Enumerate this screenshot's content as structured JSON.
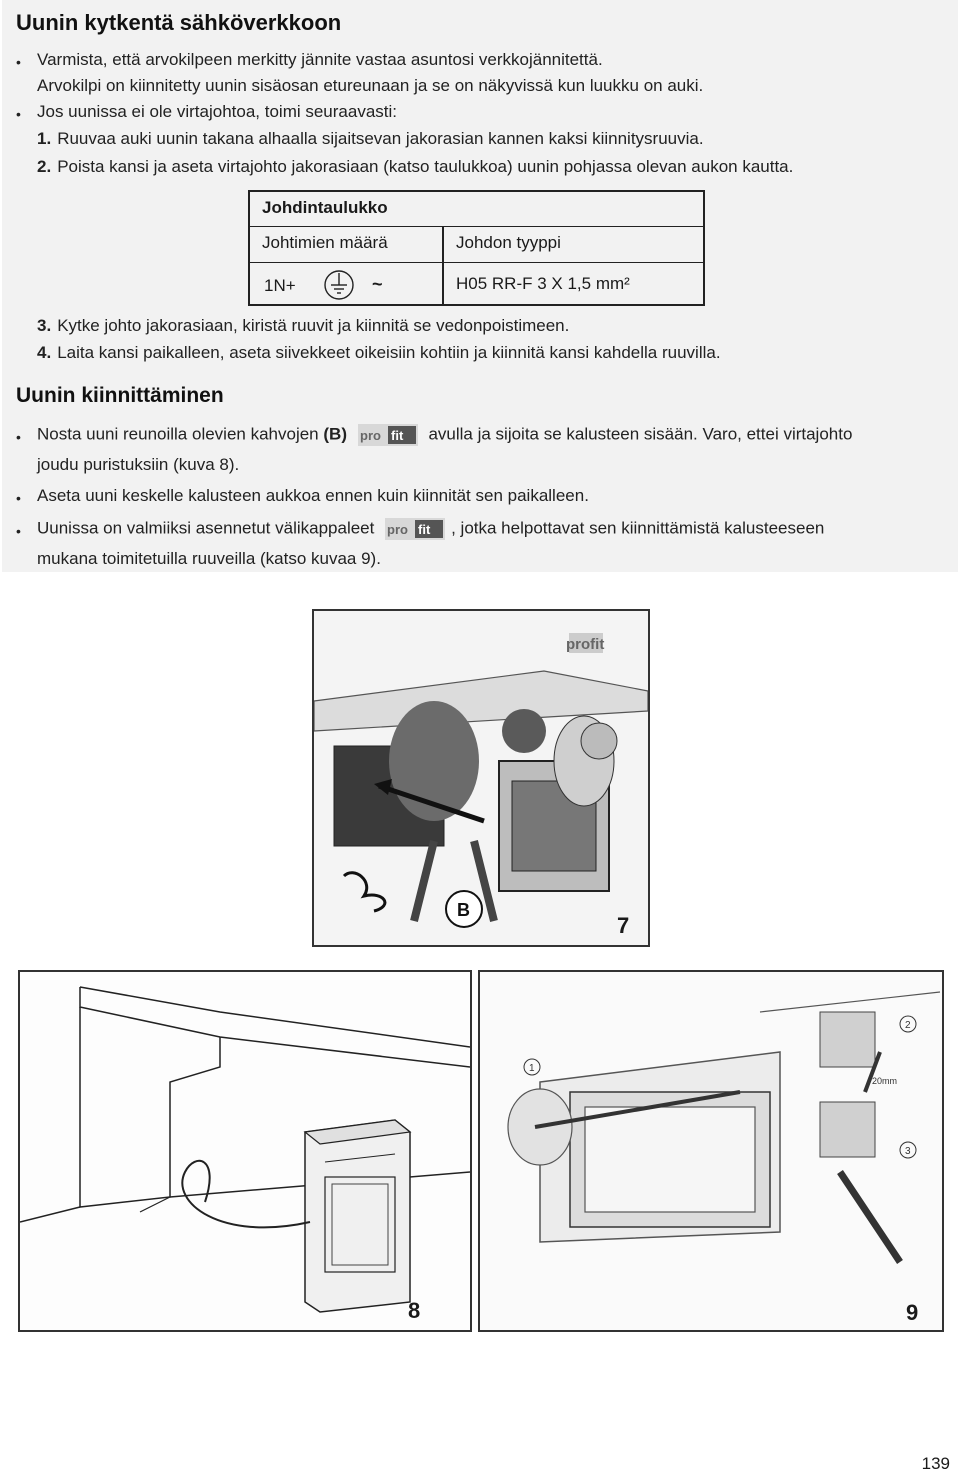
{
  "section1": {
    "heading": "Uunin kytkentä sähköverkkoon",
    "bullet1_line1": "Varmista, että arvokilpeen merkitty jännite vastaa asuntosi verkkojännitettä.",
    "bullet1_line2": "Arvokilpi on kiinnitetty uunin sisäosan etureunaan ja se on näkyvissä kun luukku on auki.",
    "bullet2": "Jos uunissa ei ole virtajohtoa, toimi seuraavasti:",
    "steps": [
      {
        "num": "1.",
        "text": "Ruuvaa auki uunin takana alhaalla sijaitsevan jakorasian kannen kaksi kiinnitysruuvia."
      },
      {
        "num": "2.",
        "text": "Poista kansi ja aseta virtajohto jakorasiaan (katso taulukkoa) uunin pohjassa olevan aukon kautta."
      },
      {
        "num": "3.",
        "text": "Kytke johto jakorasiaan, kiristä ruuvit ja kiinnitä se vedonpoistimeen."
      },
      {
        "num": "4.",
        "text": "Laita kansi paikalleen, aseta siivekkeet oikeisiin kohtiin ja kiinnitä kansi kahdella ruuvilla."
      }
    ]
  },
  "cable_table": {
    "title": "Johdintaulukko",
    "col1_header": "Johtimien määrä",
    "col2_header": "Johdon tyyppi",
    "conductors": "1N+",
    "tilde": "~",
    "cable_type": "H05 RR-F 3 X 1,5 mm²"
  },
  "section2": {
    "heading": "Uunin kiinnittäminen",
    "b1_part1": "Nosta uuni reunoilla olevien kahvojen",
    "b1_bold": "(B)",
    "b1_part2": "avulla ja sijoita se kalusteen sisään. Varo, ettei virtajohto",
    "b1_line2": "joudu puristuksiin (kuva 8).",
    "b2": "Aseta uuni keskelle kalusteen aukkoa ennen kuin kiinnität sen paikalleen.",
    "b3_part1": "Uunissa on valmiiksi asennetut välikappaleet",
    "b3_part2": ", jotka helpottavat sen kiinnittämistä kalusteeseen",
    "b3_line2": "mukana toimitetuilla ruuveilla (katso kuvaa 9)."
  },
  "logo_text": "profit",
  "figures": {
    "fig7_label": "7",
    "fig7_marker": "B",
    "fig8_label": "8",
    "fig9_label": "9",
    "fig9_callout_1": "1",
    "fig9_callout_2": "2",
    "fig9_callout_3": "3",
    "fig9_dim": "20mm"
  },
  "page_number": "139"
}
